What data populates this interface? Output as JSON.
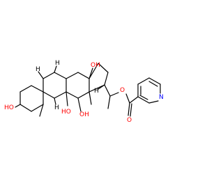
{
  "molecule": {
    "atoms": {
      "oh_c3": "HO",
      "oh_c11": "HO",
      "oh_c12": "OH",
      "oh_c14": "OH",
      "ester_o": "O",
      "carbonyl_o": "O",
      "pyridine_n": "N",
      "h_c5": "H",
      "h_c8": "H",
      "h_c9": "H",
      "h_c17": "H"
    },
    "colors": {
      "bond": "#000000",
      "oxygen": "#ff0000",
      "nitrogen": "#0000ff",
      "hydrogen": "#000000"
    }
  }
}
